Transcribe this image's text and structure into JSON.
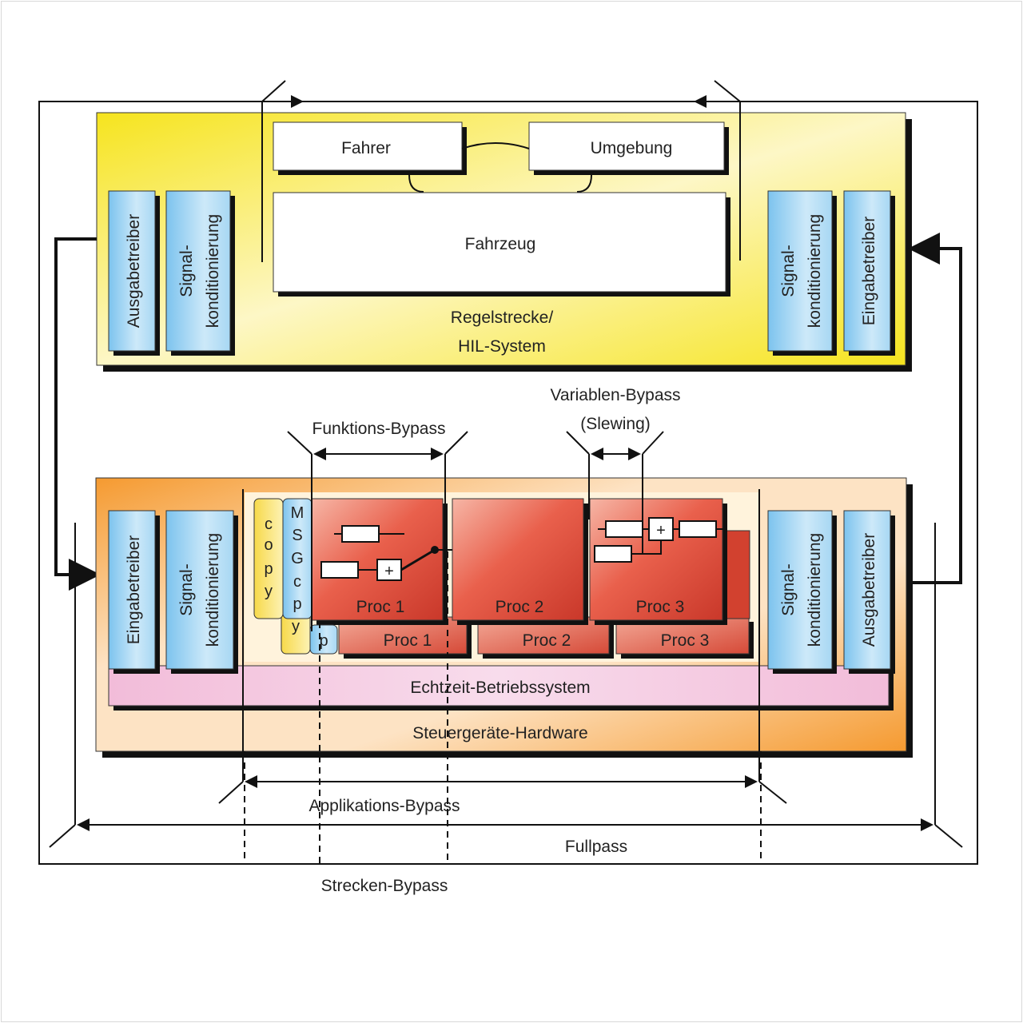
{
  "plant": {
    "driver": "Fahrer",
    "environment": "Umgebung",
    "vehicle": "Fahrzeug",
    "title_line1": "Regelstrecke/",
    "title_line2": "HIL-System",
    "left_out": "Ausgabetreiber",
    "left_sig": [
      "Signal-",
      "konditionierung"
    ],
    "right_sig": [
      "Signal-",
      "konditionierung"
    ],
    "right_in": "Eingabetreiber"
  },
  "ecu": {
    "left_in": "Eingabetreiber",
    "left_sig": [
      "Signal-",
      "konditionierung"
    ],
    "right_sig": [
      "Signal-",
      "konditionierung"
    ],
    "right_out": "Ausgabetreiber",
    "copy_chars": [
      "c",
      "o",
      "p",
      "y"
    ],
    "msg_chars": [
      "M",
      "S",
      "G",
      "c",
      "p",
      "y"
    ],
    "msg_extra": "y",
    "msg_p": "p",
    "front_procs": [
      "Proc 1",
      "Proc 2",
      "Proc 3"
    ],
    "back_procs": [
      "Proc 1",
      "Proc 2",
      "Proc 3"
    ],
    "plus": "+",
    "rtos": "Echtzeit-Betriebssystem",
    "hardware": "Steuergeräte-Hardware"
  },
  "bypass": {
    "variable_line1": "Variablen-Bypass",
    "variable_line2": "(Slewing)",
    "function": "Funktions-Bypass",
    "application": "Applikations-Bypass",
    "full": "Fullpass",
    "plant": "Strecken-Bypass"
  },
  "colors": {
    "yellow": "#f7ea2c",
    "yellow_light": "#fdf8c8",
    "orange": "#f7a23a",
    "orange_light": "#fde8cc",
    "blue": "#a8d6f2",
    "blue_light": "#d6edf9",
    "red": "#e8584a",
    "red_light": "#f8c7bc",
    "pink": "#f4c6e0",
    "copy_yellow": "#fbe98a",
    "shadow": "#1a1a1a"
  }
}
